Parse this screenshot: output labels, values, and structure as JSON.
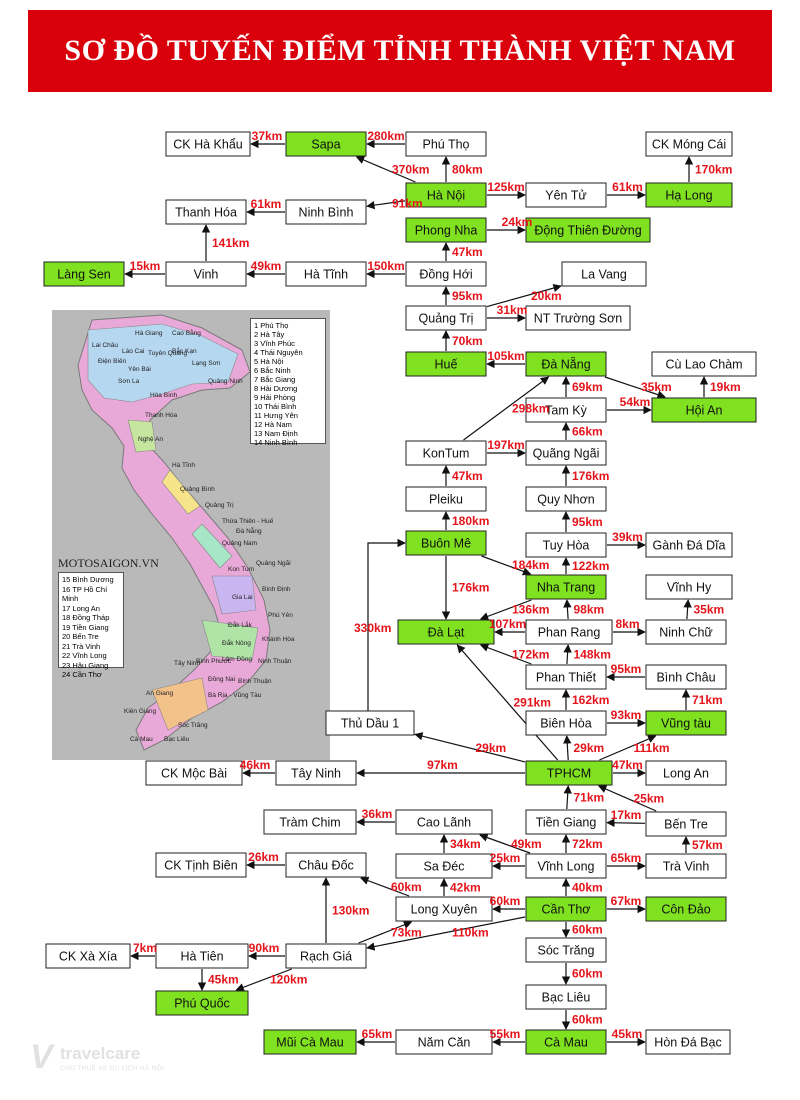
{
  "title": "SƠ ĐỒ TUYẾN ĐIỂM TỈNH THÀNH VIỆT NAM",
  "colors": {
    "title_bg": "#d9000b",
    "highlight_fill": "#7fe11f",
    "plain_fill": "#ffffff",
    "km_text": "#e4141b",
    "km_arrow": "#e4141b",
    "line": "#111111",
    "map_bg": "#b9b9b9"
  },
  "nodes": [
    {
      "id": "ck-ha-khau",
      "label": "CK Hà Khẩu",
      "highlight": false
    },
    {
      "id": "sapa",
      "label": "Sapa",
      "highlight": true
    },
    {
      "id": "phu-tho",
      "label": "Phú Thọ",
      "highlight": false
    },
    {
      "id": "ck-mong-cai",
      "label": "CK Móng Cái",
      "highlight": false
    },
    {
      "id": "ha-noi",
      "label": "Hà Nội",
      "highlight": true
    },
    {
      "id": "yen-tu",
      "label": "Yên Tử",
      "highlight": false
    },
    {
      "id": "ha-long",
      "label": "Hạ Long",
      "highlight": true
    },
    {
      "id": "thanh-hoa",
      "label": "Thanh Hóa",
      "highlight": false
    },
    {
      "id": "ninh-binh",
      "label": "Ninh Bình",
      "highlight": false
    },
    {
      "id": "phong-nha",
      "label": "Phong Nha",
      "highlight": true
    },
    {
      "id": "dong-thien-duong",
      "label": "Động Thiên Đường",
      "highlight": true
    },
    {
      "id": "lang-sen",
      "label": "Làng Sen",
      "highlight": true
    },
    {
      "id": "vinh",
      "label": "Vinh",
      "highlight": false
    },
    {
      "id": "ha-tinh",
      "label": "Hà Tĩnh",
      "highlight": false
    },
    {
      "id": "dong-hoi",
      "label": "Đồng Hới",
      "highlight": false
    },
    {
      "id": "la-vang",
      "label": "La Vang",
      "highlight": false
    },
    {
      "id": "quang-tri",
      "label": "Quảng Trị",
      "highlight": false
    },
    {
      "id": "nt-truong-son",
      "label": "NT Trường Sơn",
      "highlight": false
    },
    {
      "id": "hue",
      "label": "Huế",
      "highlight": true
    },
    {
      "id": "da-nang",
      "label": "Đà Nẵng",
      "highlight": true
    },
    {
      "id": "cu-lao-cham",
      "label": "Cù Lao Chàm",
      "highlight": false
    },
    {
      "id": "tam-ky",
      "label": "Tam Kỳ",
      "highlight": false
    },
    {
      "id": "hoi-an",
      "label": "Hội An",
      "highlight": true
    },
    {
      "id": "kontum",
      "label": "KonTum",
      "highlight": false
    },
    {
      "id": "quang-ngai",
      "label": "Quãng Ngãi",
      "highlight": false
    },
    {
      "id": "pleiku",
      "label": "Pleiku",
      "highlight": false
    },
    {
      "id": "quy-nhon",
      "label": "Quy Nhơn",
      "highlight": false
    },
    {
      "id": "buon-me",
      "label": "Buôn Mê",
      "highlight": true
    },
    {
      "id": "tuy-hoa",
      "label": "Tuy Hòa",
      "highlight": false
    },
    {
      "id": "ganh-da-dia",
      "label": "Gành Đá Dĩa",
      "highlight": false
    },
    {
      "id": "nha-trang",
      "label": "Nha Trang",
      "highlight": true
    },
    {
      "id": "vinh-hy",
      "label": "Vĩnh Hy",
      "highlight": false
    },
    {
      "id": "da-lat",
      "label": "Đà Lạt",
      "highlight": true
    },
    {
      "id": "phan-rang",
      "label": "Phan Rang",
      "highlight": false
    },
    {
      "id": "ninh-chu",
      "label": "Ninh Chữ",
      "highlight": false
    },
    {
      "id": "phan-thiet",
      "label": "Phan Thiết",
      "highlight": false
    },
    {
      "id": "binh-chau",
      "label": "Bình Châu",
      "highlight": false
    },
    {
      "id": "thu-dau-1",
      "label": "Thủ Dầu 1",
      "highlight": false
    },
    {
      "id": "bien-hoa",
      "label": "Biên Hòa",
      "highlight": false
    },
    {
      "id": "vung-tau",
      "label": "Vũng tàu",
      "highlight": true
    },
    {
      "id": "ck-moc-bai",
      "label": "CK Mộc Bài",
      "highlight": false
    },
    {
      "id": "tay-ninh",
      "label": "Tây Ninh",
      "highlight": false
    },
    {
      "id": "tphcm",
      "label": "TPHCM",
      "highlight": true
    },
    {
      "id": "long-an",
      "label": "Long An",
      "highlight": false
    },
    {
      "id": "tram-chim",
      "label": "Tràm Chim",
      "highlight": false
    },
    {
      "id": "cao-lanh",
      "label": "Cao Lãnh",
      "highlight": false
    },
    {
      "id": "tien-giang",
      "label": "Tiền Giang",
      "highlight": false
    },
    {
      "id": "ben-tre",
      "label": "Bến Tre",
      "highlight": false
    },
    {
      "id": "ck-tinh-bien",
      "label": "CK Tịnh Biên",
      "highlight": false
    },
    {
      "id": "chau-doc",
      "label": "Châu Đốc",
      "highlight": false
    },
    {
      "id": "sa-dec",
      "label": "Sa Đéc",
      "highlight": false
    },
    {
      "id": "vinh-long",
      "label": "Vĩnh Long",
      "highlight": false
    },
    {
      "id": "tra-vinh",
      "label": "Trà Vinh",
      "highlight": false
    },
    {
      "id": "long-xuyen",
      "label": "Long Xuyên",
      "highlight": false
    },
    {
      "id": "can-tho",
      "label": "Cần Thơ",
      "highlight": true
    },
    {
      "id": "con-dao",
      "label": "Côn Đảo",
      "highlight": true
    },
    {
      "id": "ck-xa-xia",
      "label": "CK Xà Xía",
      "highlight": false
    },
    {
      "id": "ha-tien",
      "label": "Hà Tiên",
      "highlight": false
    },
    {
      "id": "rach-gia",
      "label": "Rạch Giá",
      "highlight": false
    },
    {
      "id": "soc-trang",
      "label": "Sóc Trăng",
      "highlight": false
    },
    {
      "id": "phu-quoc",
      "label": "Phú Quốc",
      "highlight": true
    },
    {
      "id": "bac-lieu",
      "label": "Bạc Liêu",
      "highlight": false
    },
    {
      "id": "mui-ca-mau",
      "label": "Mũi Cà Mau",
      "highlight": true
    },
    {
      "id": "nam-can",
      "label": "Năm Căn",
      "highlight": false
    },
    {
      "id": "ca-mau",
      "label": "Cà Mau",
      "highlight": true
    },
    {
      "id": "hon-da-bac",
      "label": "Hòn Đá Bạc",
      "highlight": false
    }
  ],
  "edges": [
    {
      "from": "sapa",
      "to": "ck-ha-khau",
      "km": "37km"
    },
    {
      "from": "phu-tho",
      "to": "sapa",
      "km": "280km"
    },
    {
      "from": "ha-noi",
      "to": "sapa",
      "km": "370km"
    },
    {
      "from": "ha-noi",
      "to": "phu-tho",
      "km": "80km"
    },
    {
      "from": "ha-noi",
      "to": "yen-tu",
      "km": "125km"
    },
    {
      "from": "yen-tu",
      "to": "ha-long",
      "km": "61km"
    },
    {
      "from": "ha-long",
      "to": "ck-mong-cai",
      "km": "170km"
    },
    {
      "from": "ha-noi",
      "to": "ninh-binh",
      "km": "91km"
    },
    {
      "from": "ninh-binh",
      "to": "thanh-hoa",
      "km": "61km"
    },
    {
      "from": "vinh",
      "to": "thanh-hoa",
      "km": "141km"
    },
    {
      "from": "vinh",
      "to": "lang-sen",
      "km": "15km"
    },
    {
      "from": "ha-tinh",
      "to": "vinh",
      "km": "49km"
    },
    {
      "from": "dong-hoi",
      "to": "ha-tinh",
      "km": "150km"
    },
    {
      "from": "dong-hoi",
      "to": "phong-nha",
      "km": "47km"
    },
    {
      "from": "phong-nha",
      "to": "dong-thien-duong",
      "km": "24km"
    },
    {
      "from": "quang-tri",
      "to": "dong-hoi",
      "km": "95km"
    },
    {
      "from": "quang-tri",
      "to": "la-vang",
      "km": "20km"
    },
    {
      "from": "quang-tri",
      "to": "nt-truong-son",
      "km": "31km"
    },
    {
      "from": "hue",
      "to": "quang-tri",
      "km": "70km"
    },
    {
      "from": "da-nang",
      "to": "hue",
      "km": "105km"
    },
    {
      "from": "da-nang",
      "to": "hoi-an",
      "km": "35km"
    },
    {
      "from": "hoi-an",
      "to": "cu-lao-cham",
      "km": "19km"
    },
    {
      "from": "tam-ky",
      "to": "da-nang",
      "km": "69km"
    },
    {
      "from": "tam-ky",
      "to": "hoi-an",
      "km": "54km"
    },
    {
      "from": "kontum",
      "to": "da-nang",
      "km": "298km"
    },
    {
      "from": "kontum",
      "to": "quang-ngai",
      "km": "197km"
    },
    {
      "from": "quang-ngai",
      "to": "tam-ky",
      "km": "66km"
    },
    {
      "from": "pleiku",
      "to": "kontum",
      "km": "47km"
    },
    {
      "from": "quy-nhon",
      "to": "quang-ngai",
      "km": "176km"
    },
    {
      "from": "buon-me",
      "to": "pleiku",
      "km": "180km"
    },
    {
      "from": "tuy-hoa",
      "to": "quy-nhon",
      "km": "95km"
    },
    {
      "from": "tuy-hoa",
      "to": "ganh-da-dia",
      "km": "39km"
    },
    {
      "from": "nha-trang",
      "to": "tuy-hoa",
      "km": "122km"
    },
    {
      "from": "buon-me",
      "to": "nha-trang",
      "km": "184km"
    },
    {
      "from": "buon-me",
      "to": "da-lat",
      "km": "176km"
    },
    {
      "from": "nha-trang",
      "to": "da-lat",
      "km": "136km"
    },
    {
      "from": "phan-rang",
      "to": "nha-trang",
      "km": "98km"
    },
    {
      "from": "phan-rang",
      "to": "da-lat",
      "km": "107km"
    },
    {
      "from": "phan-rang",
      "to": "ninh-chu",
      "km": "8km"
    },
    {
      "from": "ninh-chu",
      "to": "vinh-hy",
      "km": "35km"
    },
    {
      "from": "phan-thiet",
      "to": "phan-rang",
      "km": "148km"
    },
    {
      "from": "phan-thiet",
      "to": "da-lat",
      "km": "172km"
    },
    {
      "from": "binh-chau",
      "to": "phan-thiet",
      "km": "95km"
    },
    {
      "from": "vung-tau",
      "to": "binh-chau",
      "km": "71km"
    },
    {
      "from": "bien-hoa",
      "to": "phan-thiet",
      "km": "162km"
    },
    {
      "from": "bien-hoa",
      "to": "vung-tau",
      "km": "93km"
    },
    {
      "from": "thu-dau-1",
      "to": "buon-me",
      "km": "330km"
    },
    {
      "from": "tphcm",
      "to": "da-lat",
      "km": "291km"
    },
    {
      "from": "tphcm",
      "to": "thu-dau-1",
      "km": "29km"
    },
    {
      "from": "tphcm",
      "to": "bien-hoa",
      "km": "29km"
    },
    {
      "from": "tphcm",
      "to": "vung-tau",
      "km": "111km"
    },
    {
      "from": "tphcm",
      "to": "long-an",
      "km": "47km"
    },
    {
      "from": "tphcm",
      "to": "tay-ninh",
      "km": "97km"
    },
    {
      "from": "tay-ninh",
      "to": "ck-moc-bai",
      "km": "46km"
    },
    {
      "from": "tien-giang",
      "to": "tphcm",
      "km": "71km"
    },
    {
      "from": "ben-tre",
      "to": "tphcm",
      "km": "25km"
    },
    {
      "from": "ben-tre",
      "to": "tien-giang",
      "km": "17km"
    },
    {
      "from": "cao-lanh",
      "to": "tram-chim",
      "km": "36km"
    },
    {
      "from": "vinh-long",
      "to": "cao-lanh",
      "km": "49km"
    },
    {
      "from": "sa-dec",
      "to": "cao-lanh",
      "km": "34km"
    },
    {
      "from": "vinh-long",
      "to": "tien-giang",
      "km": "72km"
    },
    {
      "from": "tra-vinh",
      "to": "ben-tre",
      "km": "57km"
    },
    {
      "from": "vinh-long",
      "to": "tra-vinh",
      "km": "65km"
    },
    {
      "from": "vinh-long",
      "to": "sa-dec",
      "km": "25km"
    },
    {
      "from": "chau-doc",
      "to": "ck-tinh-bien",
      "km": "26km"
    },
    {
      "from": "long-xuyen",
      "to": "chau-doc",
      "km": "60km"
    },
    {
      "from": "long-xuyen",
      "to": "sa-dec",
      "km": "42km"
    },
    {
      "from": "can-tho",
      "to": "vinh-long",
      "km": "40km"
    },
    {
      "from": "can-tho",
      "to": "long-xuyen",
      "km": "60km"
    },
    {
      "from": "can-tho",
      "to": "con-dao",
      "km": "67km"
    },
    {
      "from": "rach-gia",
      "to": "chau-doc",
      "km": "130km"
    },
    {
      "from": "rach-gia",
      "to": "long-xuyen",
      "km": "73km"
    },
    {
      "from": "can-tho",
      "to": "rach-gia",
      "km": "110km"
    },
    {
      "from": "rach-gia",
      "to": "ha-tien",
      "km": "90km"
    },
    {
      "from": "ha-tien",
      "to": "ck-xa-xia",
      "km": "7km"
    },
    {
      "from": "ha-tien",
      "to": "phu-quoc",
      "km": "45km"
    },
    {
      "from": "rach-gia",
      "to": "phu-quoc",
      "km": "120km"
    },
    {
      "from": "can-tho",
      "to": "soc-trang",
      "km": "60km"
    },
    {
      "from": "soc-trang",
      "to": "bac-lieu",
      "km": "60km"
    },
    {
      "from": "bac-lieu",
      "to": "ca-mau",
      "km": "60km"
    },
    {
      "from": "ca-mau",
      "to": "nam-can",
      "km": "55km"
    },
    {
      "from": "nam-can",
      "to": "mui-ca-mau",
      "km": "65km"
    },
    {
      "from": "ca-mau",
      "to": "hon-da-bac",
      "km": "45km"
    }
  ],
  "map": {
    "watermark": "MOTOSAIGON.VN",
    "north_legend": [
      "1 Phú Thọ",
      "2 Hà Tây",
      "3 Vĩnh Phúc",
      "4 Thái Nguyên",
      "5 Hà Nội",
      "6 Bắc Ninh",
      "7 Bắc Giang",
      "8 Hải Dương",
      "9 Hải Phòng",
      "10 Thái Bình",
      "11 Hưng Yên",
      "12 Hà Nam",
      "13 Nam Định",
      "14 Ninh Bình"
    ],
    "south_legend": [
      "15 Bình Dương",
      "16 TP Hồ Chí Minh",
      "17 Long An",
      "18 Đồng Tháp",
      "19 Tiền Giang",
      "20 Bến Tre",
      "21 Trà Vinh",
      "22 Vĩnh Long",
      "23 Hậu Giang",
      "24 Cần Thơ"
    ],
    "provinces": [
      "Hà Giang",
      "Cao Bằng",
      "Lai Châu",
      "Lào Cai",
      "Tuyên Quang",
      "Bắc Kạn",
      "Lạng Sơn",
      "Điện Biên",
      "Yên Bái",
      "Sơn La",
      "Quảng Ninh",
      "Hòa Bình",
      "Thanh Hóa",
      "Nghệ An",
      "Hà Tĩnh",
      "Quảng Bình",
      "Quảng Trị",
      "Thừa Thiên - Huế",
      "Đà Nẵng",
      "Quảng Nam",
      "Quảng Ngãi",
      "Kon Tum",
      "Gia Lai",
      "Bình Định",
      "Phú Yên",
      "Đắk Lắk",
      "Khánh Hòa",
      "Đắk Nông",
      "Lâm Đồng",
      "Ninh Thuận",
      "Bình Phước",
      "Tây Ninh",
      "Đồng Nai",
      "Bình Thuận",
      "Bà Rịa - Vũng Tàu",
      "An Giang",
      "Kiên Giang",
      "Sóc Trăng",
      "Bạc Liêu",
      "Cà Mau"
    ]
  },
  "brand": {
    "name": "travelcare",
    "tagline": "CHO THUÊ XE DU LỊCH HÀ NỘI"
  }
}
